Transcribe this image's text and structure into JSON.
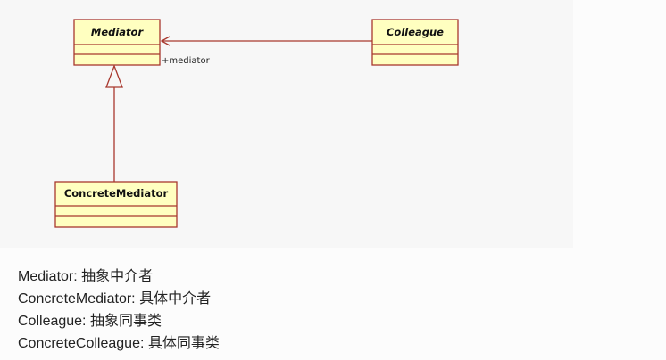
{
  "diagram": {
    "classes": {
      "mediator": {
        "name": "Mediator",
        "abstract": true
      },
      "colleague": {
        "name": "Colleague",
        "abstract": true
      },
      "concrete_mediator": {
        "name": "ConcreteMediator",
        "abstract": false
      }
    },
    "association_role": "+mediator",
    "colors": {
      "stroke": "#a8382e",
      "fill": "#ffffc0"
    }
  },
  "legend": [
    {
      "text": "Mediator: 抽象中介者"
    },
    {
      "text": "ConcreteMediator: 具体中介者"
    },
    {
      "text": "Colleague: 抽象同事类"
    },
    {
      "text": "ConcreteColleague: 具体同事类"
    }
  ]
}
